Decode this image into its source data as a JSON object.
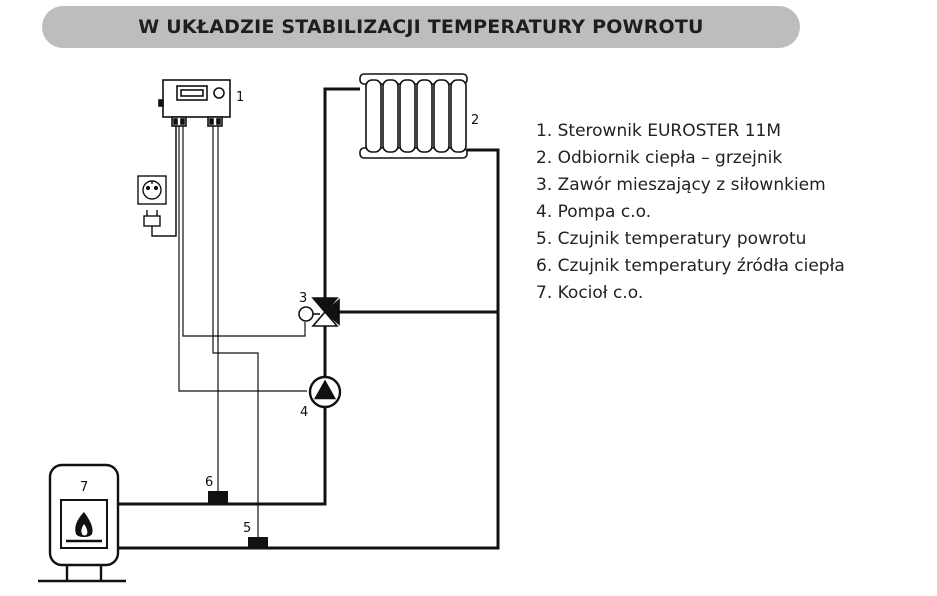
{
  "title": "W UKŁADZIE STABILIZACJI TEMPERATURY POWROTU",
  "legend": [
    "1. Sterownik EUROSTER 11M",
    "2. Odbiornik ciepła – grzejnik",
    "3. Zawór mieszający z siłownkiem",
    "4. Pompa c.o.",
    "5. Czujnik temperatury powrotu",
    "6. Czujnik temperatury źródła ciepła",
    "7. Kocioł c.o."
  ],
  "labels": {
    "controller": "1",
    "radiator": "2",
    "valve": "3",
    "pump": "4",
    "return_sensor": "5",
    "source_sensor": "6",
    "boiler": "7"
  }
}
